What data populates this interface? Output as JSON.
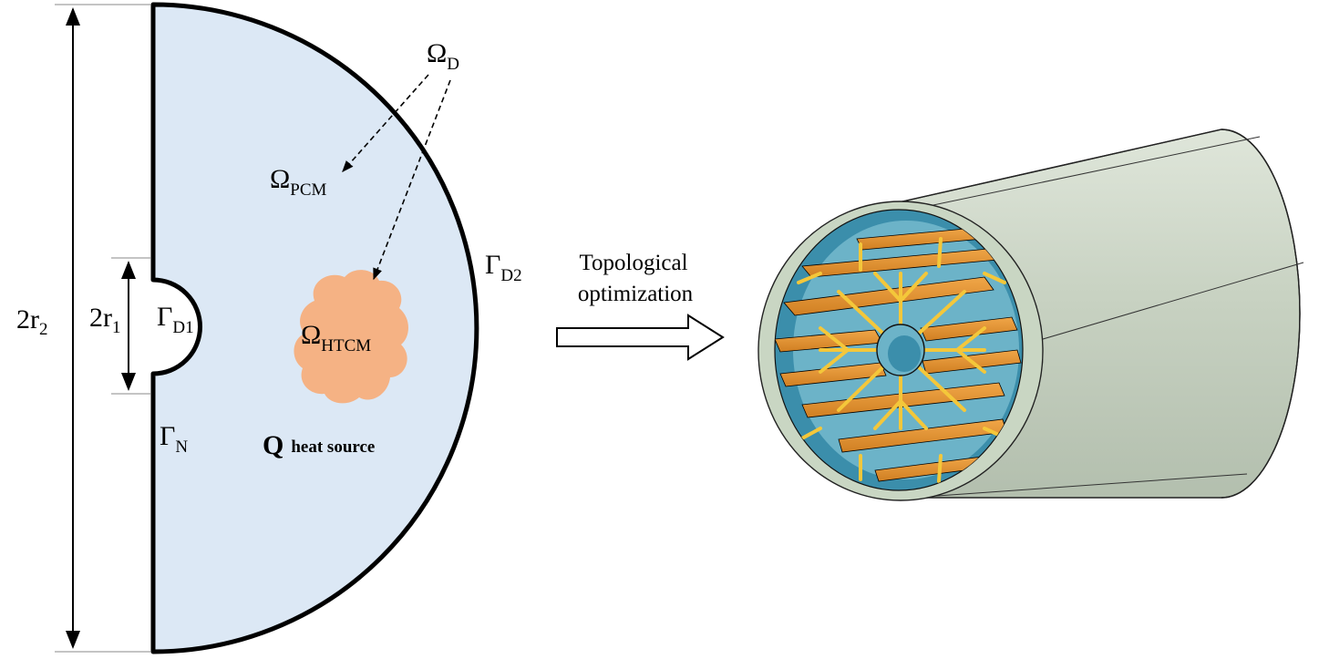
{
  "diagram": {
    "domain_labels": {
      "omega_d": {
        "main": "Ω",
        "sub": "D"
      },
      "omega_pcm": {
        "main": "Ω",
        "sub": "PCM"
      },
      "omega_htcm": {
        "main": "Ω",
        "sub": "HTCM"
      },
      "gamma_d1": {
        "main": "Γ",
        "sub": "D1"
      },
      "gamma_d2": {
        "main": "Γ",
        "sub": "D2"
      },
      "gamma_n": {
        "main": "Γ",
        "sub": "N"
      },
      "heat_source": {
        "main": "Q",
        "sub": "heat source"
      }
    },
    "dimensions": {
      "outer": {
        "main": "2r",
        "sub": "2"
      },
      "inner": {
        "main": "2r",
        "sub": "1"
      }
    },
    "transition": {
      "line1": "Topological",
      "line2": "optimization"
    },
    "colors": {
      "domain_fill": "#dce8f5",
      "htcm_fill": "#f5b284",
      "cylinder_shell": "#c9d6c3",
      "inner_wall": "#3b8eab",
      "fins": "#e89430",
      "fin_edges": "#f4c73a"
    }
  }
}
